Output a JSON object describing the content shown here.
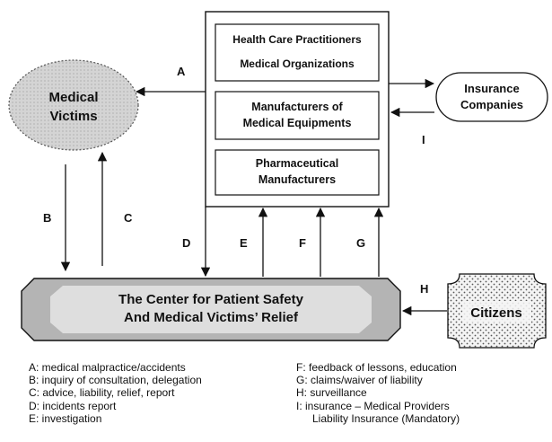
{
  "nodes": {
    "top_box": {
      "practitioners": "Health Care Practitioners",
      "organizations": "Medical Organizations",
      "equipment_line1": "Manufacturers of",
      "equipment_line2": "Medical Equipments",
      "pharma_line1": "Pharmaceutical",
      "pharma_line2": "Manufacturers"
    },
    "medical_victims": {
      "line1": "Medical",
      "line2": "Victims"
    },
    "insurance": {
      "line1": "Insurance",
      "line2": "Companies"
    },
    "center": {
      "line1": "The Center for Patient Safety",
      "line2": "And Medical Victims’ Relief"
    },
    "citizens": "Citizens"
  },
  "arrow_labels": {
    "A": "A",
    "B": "B",
    "C": "C",
    "D": "D",
    "E": "E",
    "F": "F",
    "G": "G",
    "H": "H",
    "I": "I"
  },
  "legend": {
    "left": [
      "A: medical malpractice/accidents",
      "B: inquiry of consultation, delegation",
      "C: advice, liability, relief, report",
      "D: incidents report",
      "E: investigation"
    ],
    "right": [
      "F: feedback of lessons, education",
      "G: claims/waiver of liability",
      "H: surveillance",
      "I:  insurance – Medical Providers"
    ],
    "right_continuation": "Liability Insurance (Mandatory)"
  },
  "colors": {
    "line": "#111111",
    "victims_fill": "#cfcfcf",
    "center_fill": "#b9b9b9",
    "center_inner": "#e2e2e2",
    "citizens_fill": "#f2f2f2"
  }
}
